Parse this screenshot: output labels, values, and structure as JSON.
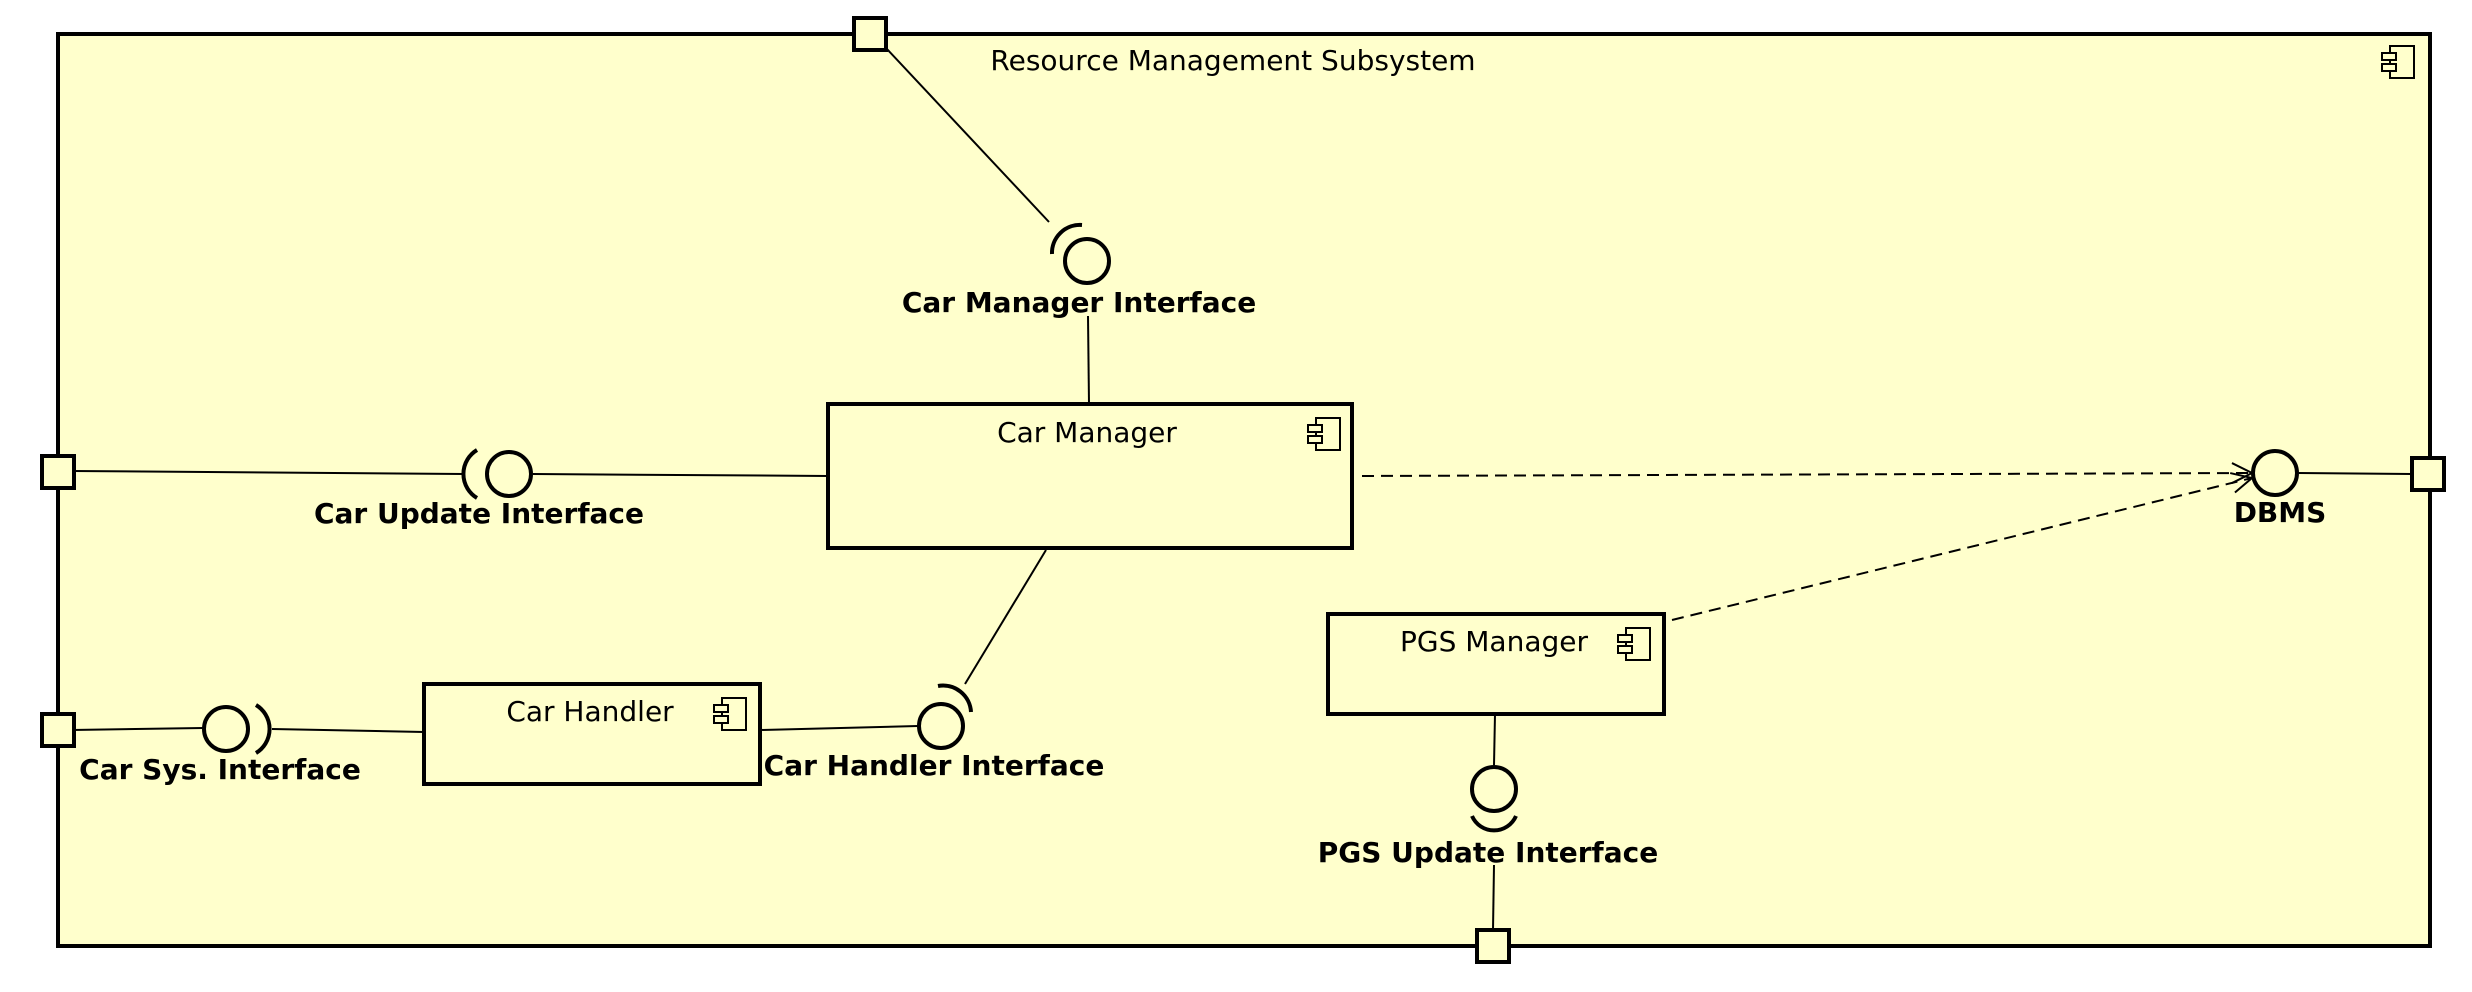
{
  "subsystem": {
    "title": "Resource Management Subsystem",
    "fill": "#ffffcc",
    "stroke": "#000000"
  },
  "components": {
    "car_manager": {
      "label": "Car Manager",
      "icon": "component-icon"
    },
    "car_handler": {
      "label": "Car Handler",
      "icon": "component-icon"
    },
    "pgs_manager": {
      "label": "PGS Manager",
      "icon": "component-icon"
    }
  },
  "interfaces": {
    "car_manager_interface": "Car Manager Interface",
    "car_update_interface": "Car Update Interface",
    "car_sys_interface": "Car Sys. Interface",
    "car_handler_interface": "Car Handler Interface",
    "pgs_update_interface": "PGS Update Interface",
    "dbms": "DBMS"
  }
}
